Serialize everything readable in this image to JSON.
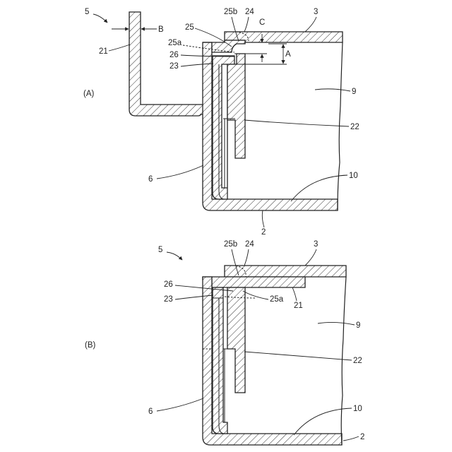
{
  "figure_a": {
    "caption": "(A)",
    "labels": {
      "assembly": "5",
      "arrow_b": "B",
      "plate_21": "21",
      "ref_25b": "25b",
      "ref_24": "24",
      "ref_3": "3",
      "ref_c": "C",
      "ref_25": "25",
      "ref_25a": "25a",
      "ref_a": "A",
      "ref_26": "26",
      "ref_23": "23",
      "ref_9": "9",
      "ref_22": "22",
      "ref_6": "6",
      "ref_10": "10",
      "ref_2": "2"
    }
  },
  "figure_b": {
    "caption": "(B)",
    "labels": {
      "assembly": "5",
      "ref_25b": "25b",
      "ref_24": "24",
      "ref_3": "3",
      "ref_26": "26",
      "ref_23": "23",
      "ref_25a": "25a",
      "ref_21": "21",
      "ref_9": "9",
      "ref_22": "22",
      "ref_6": "6",
      "ref_10": "10",
      "ref_2": "2"
    }
  }
}
